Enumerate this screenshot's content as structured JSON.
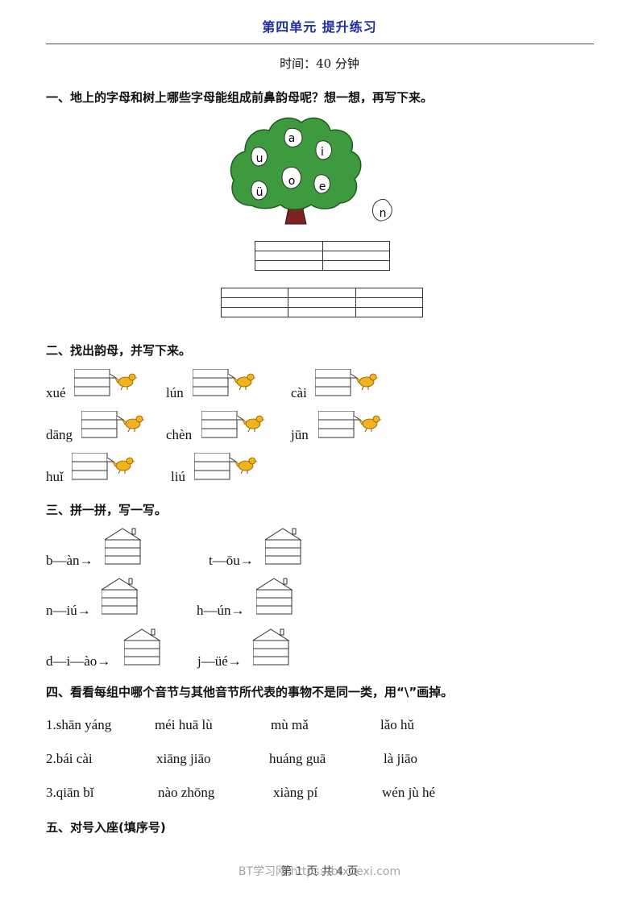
{
  "header": {
    "title": "第四单元 提升练习",
    "time": "时间：40 分钟"
  },
  "section1": {
    "heading": "一、地上的字母和树上哪些字母能组成前鼻韵母呢？想一想，再写下来。",
    "leaves": [
      "a",
      "i",
      "u",
      "o",
      "e",
      "ü"
    ],
    "ground_letter": "n"
  },
  "section2": {
    "heading": "二、找出韵母，并写下来。",
    "items": [
      "xué",
      "lún",
      "cài",
      "dāng",
      "chèn",
      "jūn",
      "huǐ",
      "liú"
    ]
  },
  "section3": {
    "heading": "三、拼一拼，写一写。",
    "items": [
      "b—àn→",
      "t—ōu→",
      "n—iú→",
      "h—ún→",
      "d—i—ào→",
      "j—üé→"
    ]
  },
  "section4": {
    "heading": "四、看看每组中哪个音节与其他音节所代表的事物不是同一类，用“\\”画掉。",
    "rows": [
      [
        "1.shān yáng",
        "méi huā lù",
        "mù mǎ",
        "lǎo hǔ"
      ],
      [
        "2.bái cài",
        "xiāng jiāo",
        "huáng guā",
        "là jiāo"
      ],
      [
        "3.qiān bǐ",
        "nào zhōng",
        "xiàng pí",
        "wén jù hé"
      ]
    ]
  },
  "section5": {
    "heading": "五、对号入座(填序号)"
  },
  "footer": {
    "page": "第 1 页 共 4 页",
    "watermark": "BT学习网 https://btxuexi.com"
  }
}
